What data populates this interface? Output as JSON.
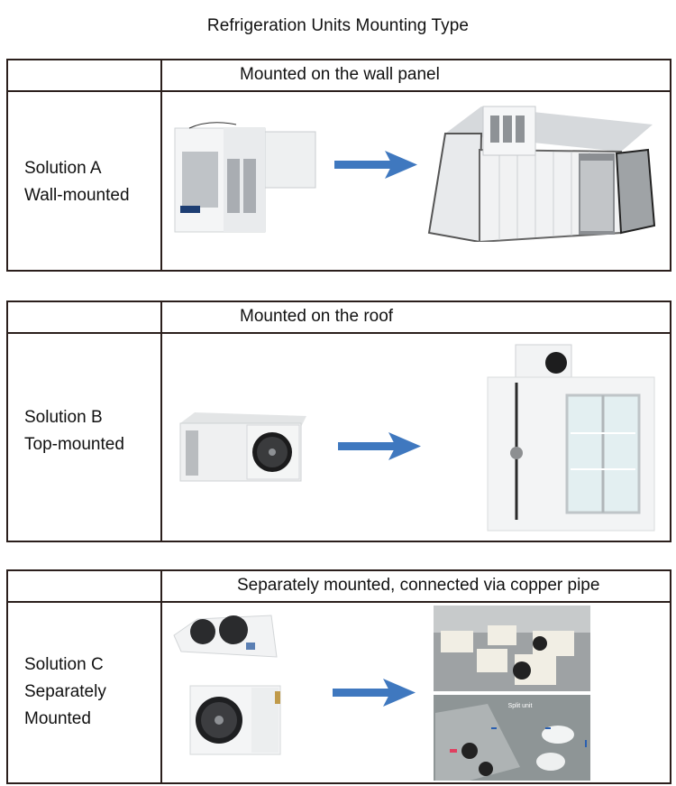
{
  "title": "Refrigeration Units Mounting Type",
  "accent_color": "#3f78bf",
  "sections": [
    {
      "header": "Mounted on the wall panel",
      "solution_name": "Solution A",
      "solution_type": "Wall-mounted",
      "unit_image": "wall-mounted monoblock refrigeration unit",
      "result_image": "cold room with wall-mounted unit and open door"
    },
    {
      "header": "Mounted on the roof",
      "solution_name": "Solution B",
      "solution_type": "Top-mounted",
      "unit_image": "top-mounted refrigeration unit with fan",
      "result_image": "glass-door cold room with unit on roof"
    },
    {
      "header": "Separately mounted, connected via copper pipe",
      "solution_name": "Solution C",
      "solution_type_lines": [
        "Separately",
        "Mounted"
      ],
      "unit_images": [
        "ceiling evaporator with two fans",
        "condensing unit with fan"
      ],
      "result_images": [
        "warehouse of condensing units",
        "split unit evaporator installed in cold room"
      ],
      "result_labels": [
        "Split unit"
      ]
    }
  ]
}
